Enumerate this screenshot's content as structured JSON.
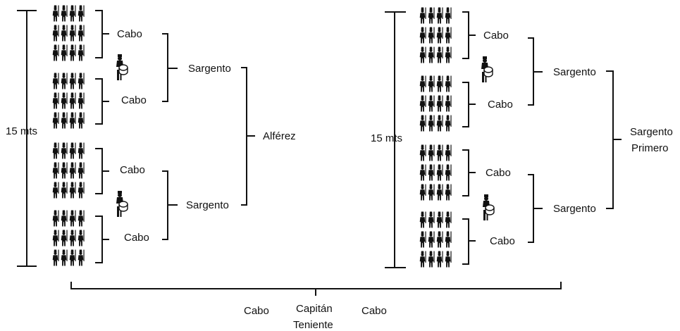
{
  "left_block": {
    "height_label": "15 mts",
    "cabo_labels": [
      "Cabo",
      "Cabo",
      "Cabo",
      "Cabo"
    ],
    "sargento_labels": [
      "Sargento",
      "Sargento"
    ],
    "officer_label": "Alférez"
  },
  "right_block": {
    "height_label": "15 mts",
    "cabo_labels": [
      "Cabo",
      "Cabo",
      "Cabo",
      "Cabo"
    ],
    "sargento_labels": [
      "Sargento",
      "Sargento"
    ],
    "officer_label_line1": "Sargento",
    "officer_label_line2": "Primero"
  },
  "bottom": {
    "left_cabo": "Cabo",
    "captain": "Capitán",
    "lieutenant": "Teniente",
    "right_cabo": "Cabo"
  },
  "colors": {
    "ink": "#111111"
  },
  "icons": {
    "soldier": "soldier-icon",
    "drummer": "drummer-icon"
  }
}
